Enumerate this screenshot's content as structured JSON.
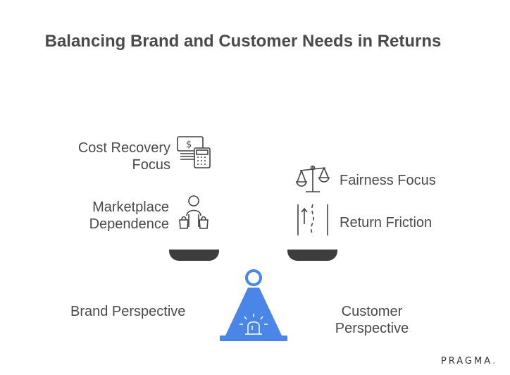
{
  "title": "Balancing Brand and Customer Needs in Returns",
  "left_side": {
    "items": [
      {
        "label_line1": "Cost Recovery",
        "label_line2": "Focus",
        "icon": "money-calculator-icon"
      },
      {
        "label_line1": "Marketplace",
        "label_line2": "Dependence",
        "icon": "person-with-bags-icon"
      }
    ],
    "perspective": "Brand Perspective"
  },
  "right_side": {
    "items": [
      {
        "label": "Fairness Focus",
        "icon": "balance-scale-icon"
      },
      {
        "label": "Return Friction",
        "icon": "winding-road-icon"
      }
    ],
    "perspective_line1": "Customer",
    "perspective_line2": "Perspective"
  },
  "fulcrum": {
    "color": "#4a86e8",
    "icon": "alert-light-icon"
  },
  "pan_color": "#3d3d3d",
  "logo": {
    "text": "PRAGMA",
    "dot": "."
  }
}
